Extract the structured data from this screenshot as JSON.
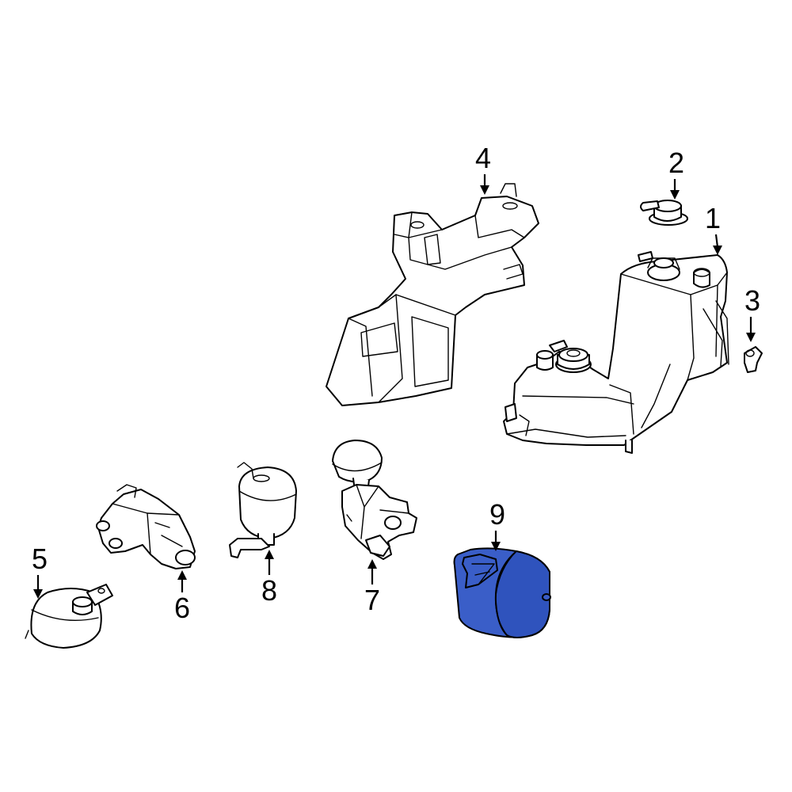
{
  "callouts": [
    {
      "id": "c1",
      "label": "1"
    },
    {
      "id": "c2",
      "label": "2"
    },
    {
      "id": "c3",
      "label": "3"
    },
    {
      "id": "c4",
      "label": "4"
    },
    {
      "id": "c5",
      "label": "5"
    },
    {
      "id": "c6",
      "label": "6"
    },
    {
      "id": "c7",
      "label": "7"
    },
    {
      "id": "c8",
      "label": "8"
    },
    {
      "id": "c9",
      "label": "9"
    }
  ],
  "highlight_part": "9",
  "colors": {
    "highlight": "#3a5ec8",
    "highlight_dark": "#2a47a8",
    "line": "#000000",
    "background": "#ffffff"
  }
}
